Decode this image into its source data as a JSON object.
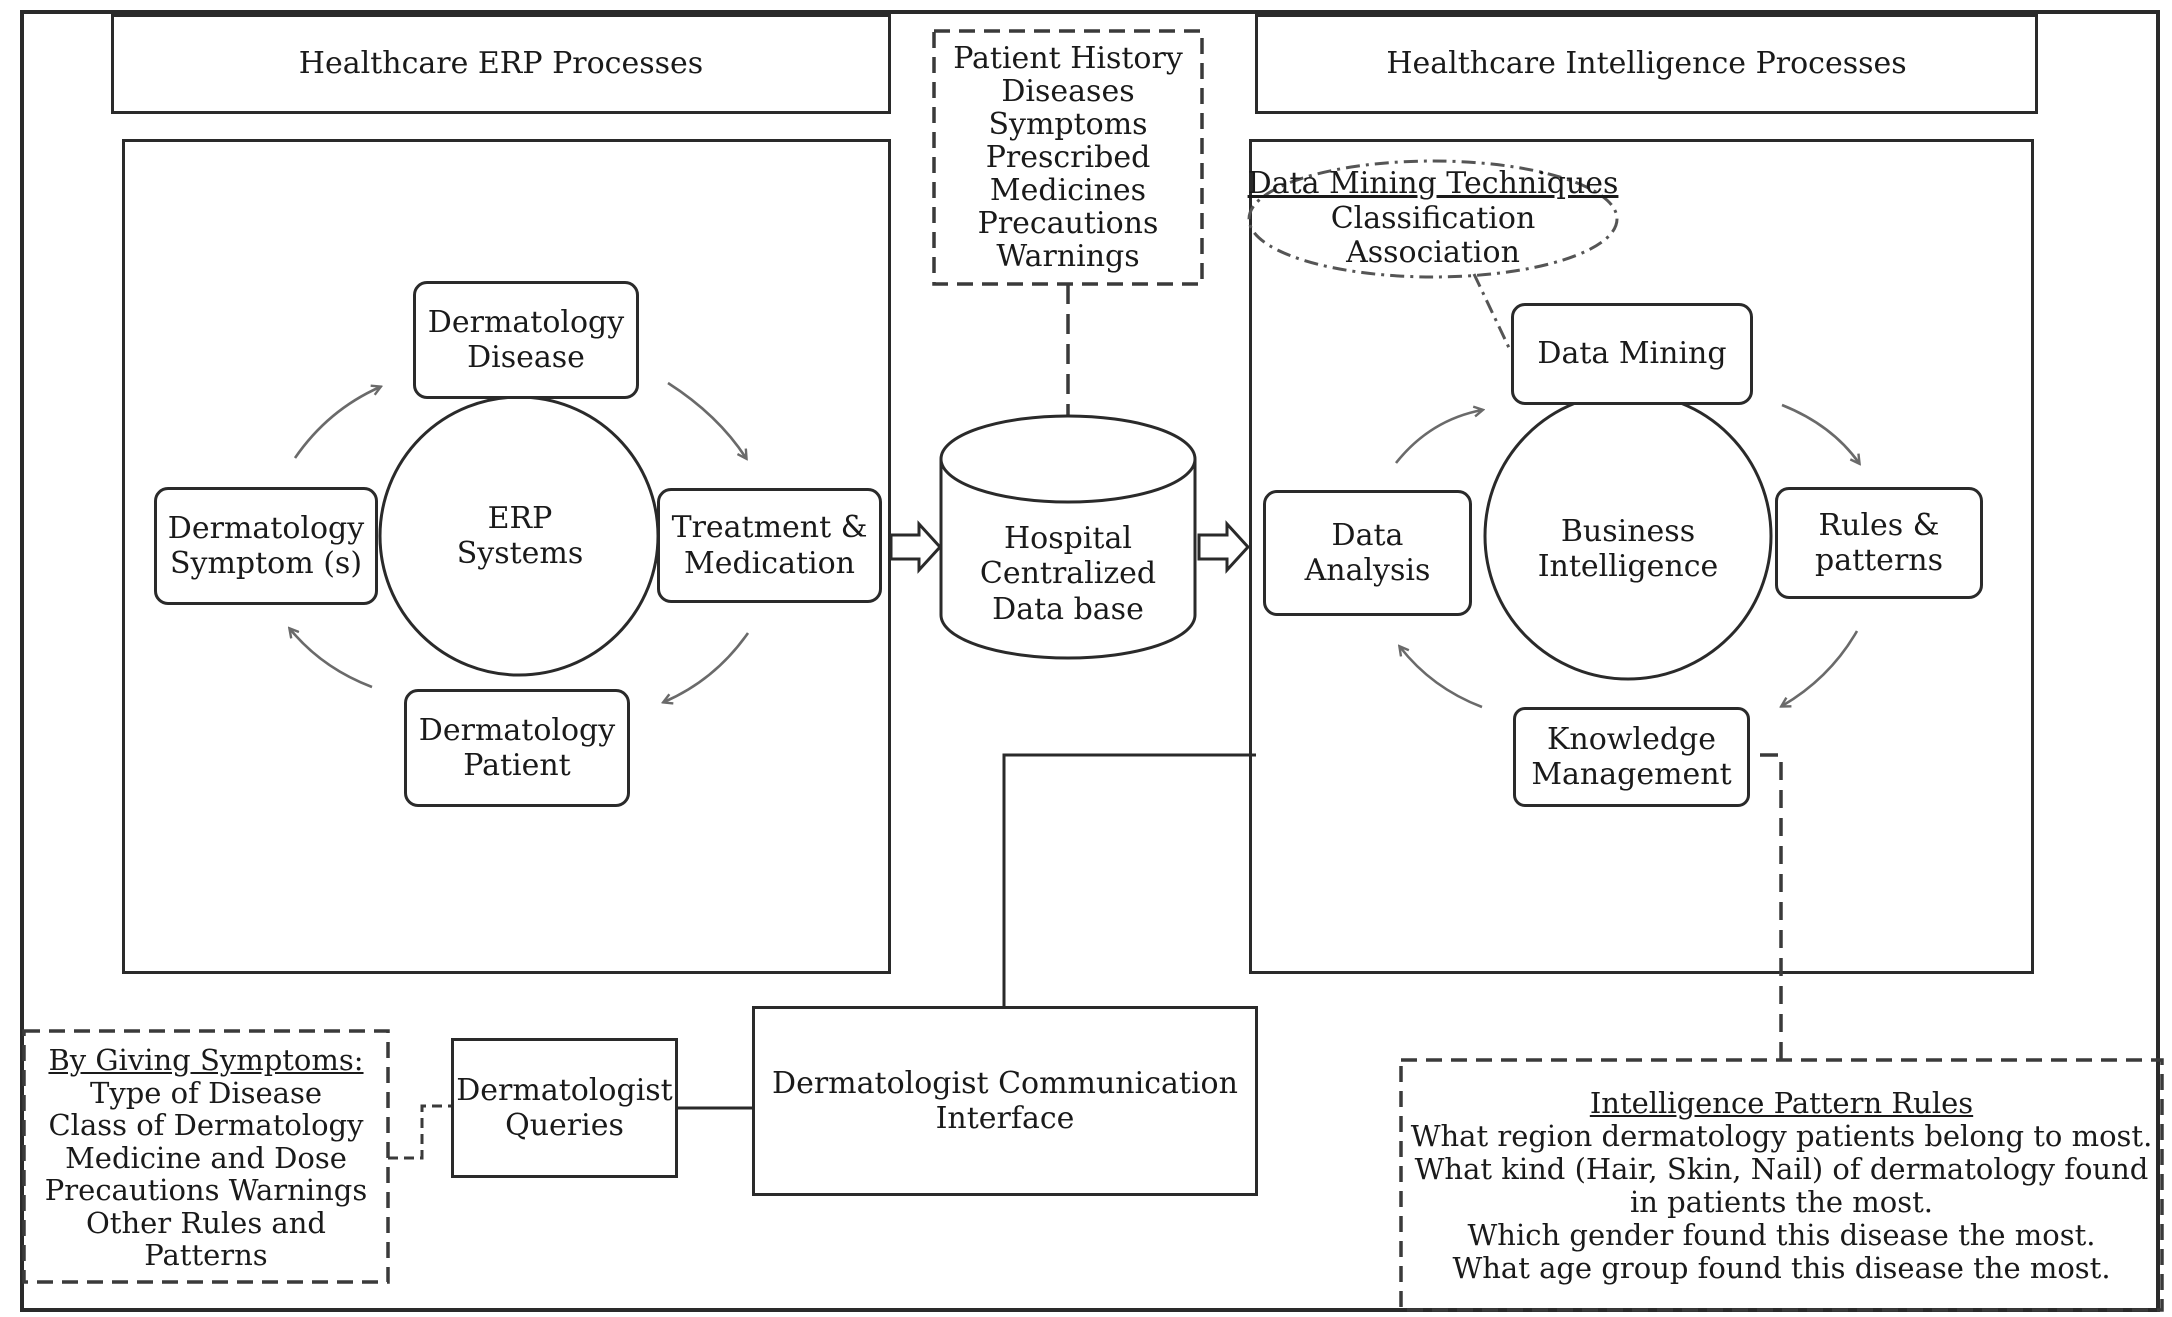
{
  "headers": {
    "erp_title": "Healthcare ERP Processes",
    "intel_title": "Healthcare Intelligence Processes"
  },
  "patient_history": {
    "lines": [
      "Patient History",
      "Diseases",
      "Symptoms",
      "Prescribed",
      "Medicines",
      "Precautions",
      "Warnings"
    ]
  },
  "erp_cycle": {
    "center": [
      "ERP",
      "Systems"
    ],
    "disease": [
      "Dermatology",
      "Disease"
    ],
    "treatment": [
      "Treatment &",
      "Medication"
    ],
    "patient": [
      "Dermatology",
      "Patient"
    ],
    "symptom": [
      "Dermatology",
      "Symptom (s)"
    ]
  },
  "database": [
    "Hospital",
    "Centralized",
    "Data base"
  ],
  "data_mining_techniques": {
    "title": "Data Mining Techniques",
    "items": [
      "Classification",
      "Association"
    ]
  },
  "bi_cycle": {
    "center": [
      "Business",
      "Intelligence"
    ],
    "data_mining": "Data Mining",
    "rules": [
      "Rules &",
      "patterns"
    ],
    "knowledge": [
      "Knowledge",
      "Management"
    ],
    "analysis": [
      "Data",
      "Analysis"
    ]
  },
  "symptoms_box": {
    "title": "By Giving Symptoms:",
    "lines": [
      "Type of Disease",
      "Class of Dermatology",
      "Medicine and Dose",
      "Precautions Warnings",
      "Other Rules and",
      "Patterns"
    ]
  },
  "queries": [
    "Dermatologist",
    "Queries"
  ],
  "interface": [
    "Dermatologist Communication",
    "Interface"
  ],
  "pattern_rules": {
    "title": "Intelligence Pattern Rules",
    "lines": [
      "What region dermatology patients belong to most.",
      "What kind (Hair, Skin, Nail) of dermatology found",
      "in patients the most.",
      "Which gender found this disease the most.",
      "What age group found this disease the most."
    ]
  }
}
